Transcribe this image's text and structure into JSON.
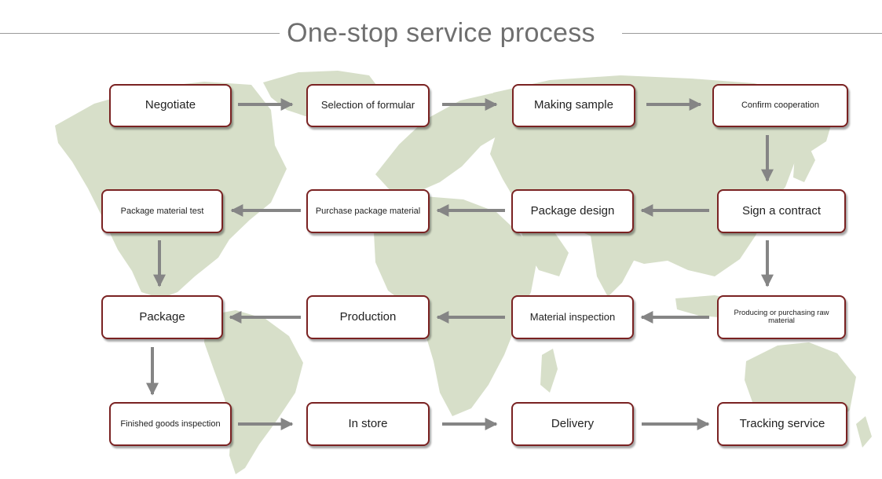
{
  "title": "One-stop service process",
  "colors": {
    "box_border": "#7a2222",
    "arrow": "#858585",
    "map_fill": "#d7dfc9",
    "title_text": "#6f6f6f"
  },
  "steps": [
    {
      "label": "Negotiate"
    },
    {
      "label": "Selection of  formular"
    },
    {
      "label": "Making sample"
    },
    {
      "label": "Confirm cooperation"
    },
    {
      "label": "Sign a contract"
    },
    {
      "label": "Package design"
    },
    {
      "label": "Purchase package material"
    },
    {
      "label": "Package material test"
    },
    {
      "label": "Package"
    },
    {
      "label": "Production"
    },
    {
      "label": "Material inspection"
    },
    {
      "label": "Producing or purchasing raw material"
    },
    {
      "label": "Finished goods inspection"
    },
    {
      "label": "In store"
    },
    {
      "label": "Delivery"
    },
    {
      "label": "Tracking service"
    }
  ]
}
